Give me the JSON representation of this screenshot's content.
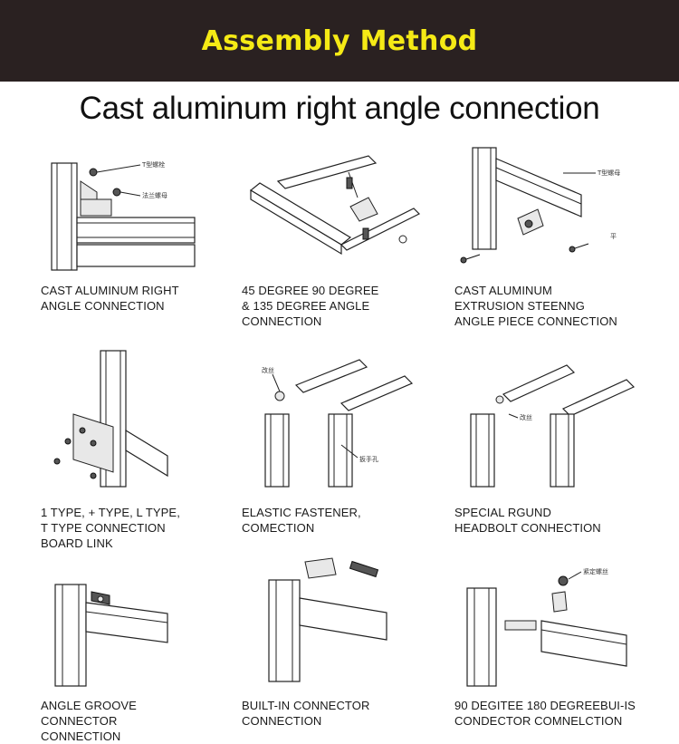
{
  "banner": {
    "title": "Assembly Method",
    "background": "#2a2121",
    "title_color": "#f5ea15"
  },
  "subtitle": "Cast aluminum right angle connection",
  "items": [
    {
      "caption": [
        "CAST ALUMINUM RIGHT",
        "ANGLE CONNECTION"
      ],
      "labels": [
        "T型螺栓",
        "法兰螺母"
      ]
    },
    {
      "caption": [
        "45 DEGREE 90 DEGREE",
        "& 135 DEGREE ANGLE",
        "CONNECTION"
      ]
    },
    {
      "caption": [
        "CAST ALUMINUM",
        "EXTRUSION STEENNG",
        "ANGLE PIECE CONNECTION"
      ],
      "labels": [
        "T型螺母",
        "平"
      ]
    },
    {
      "caption": [
        "1 TYPE, + TYPE, L TYPE,",
        "T TYPE CONNECTION",
        "BOARD LINK"
      ]
    },
    {
      "caption": [
        "ELASTIC FASTENER,",
        "COMECTION"
      ],
      "labels": [
        "改丝",
        "扳手孔"
      ]
    },
    {
      "caption": [
        "SPECIAL RGUND",
        "HEADBOLT CONHECTION"
      ],
      "labels": [
        "改丝"
      ]
    },
    {
      "caption": [
        "ANGLE GROOVE",
        "CONNECTOR",
        "CONNECTION"
      ]
    },
    {
      "caption": [
        "BUILT-IN CONNECTOR",
        "CONNECTION"
      ]
    },
    {
      "caption": [
        "90 DEGITEE 180 DEGREEBUI-IS",
        "CONDECTOR COMNELCTION"
      ],
      "labels": [
        "紧定螺丝"
      ]
    }
  ]
}
